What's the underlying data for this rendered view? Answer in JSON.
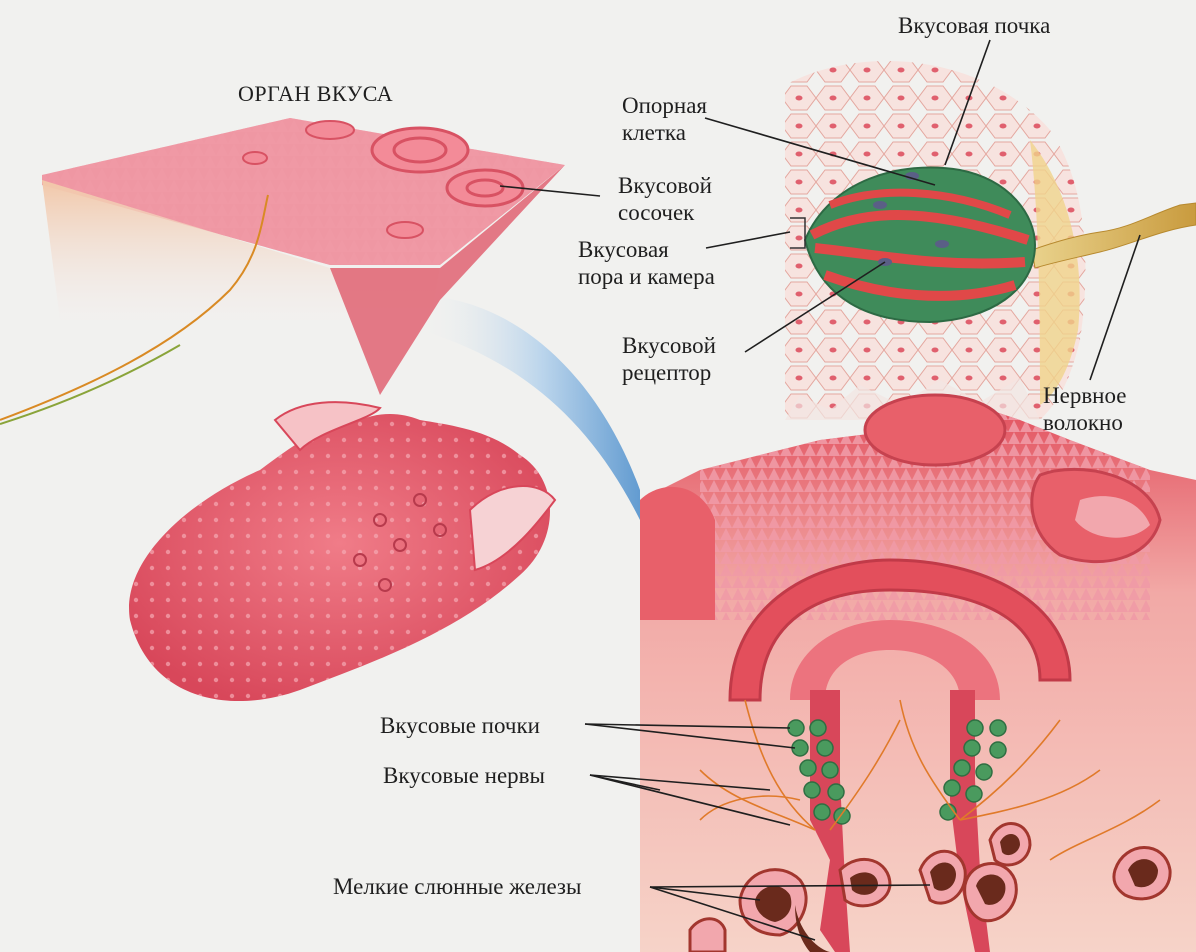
{
  "title": "ОРГАН ВКУСА",
  "labels": {
    "taste_bud": "Вкусовая почка",
    "support_cell": "Опорная\nклетка",
    "papilla": "Вкусовой\nсосочек",
    "pore_chamber": "Вкусовая\nпора и камера",
    "receptor": "Вкусовой\nрецептор",
    "nerve_fiber": "Нервное\nволокно",
    "taste_buds": "Вкусовые почки",
    "taste_nerves": "Вкусовые нервы",
    "salivary_glands": "Мелкие слюнные железы"
  },
  "colors": {
    "background": "#f1f1ef",
    "tissue_pink": "#e8606a",
    "tissue_light": "#f6b4b0",
    "bud_green": "#3f8b5a",
    "nerve_orange": "#e07a2a",
    "fiber_tan": "#e6c27a",
    "gland_dark": "#6a2a1c",
    "blue_arc": "#6fa7d6"
  }
}
